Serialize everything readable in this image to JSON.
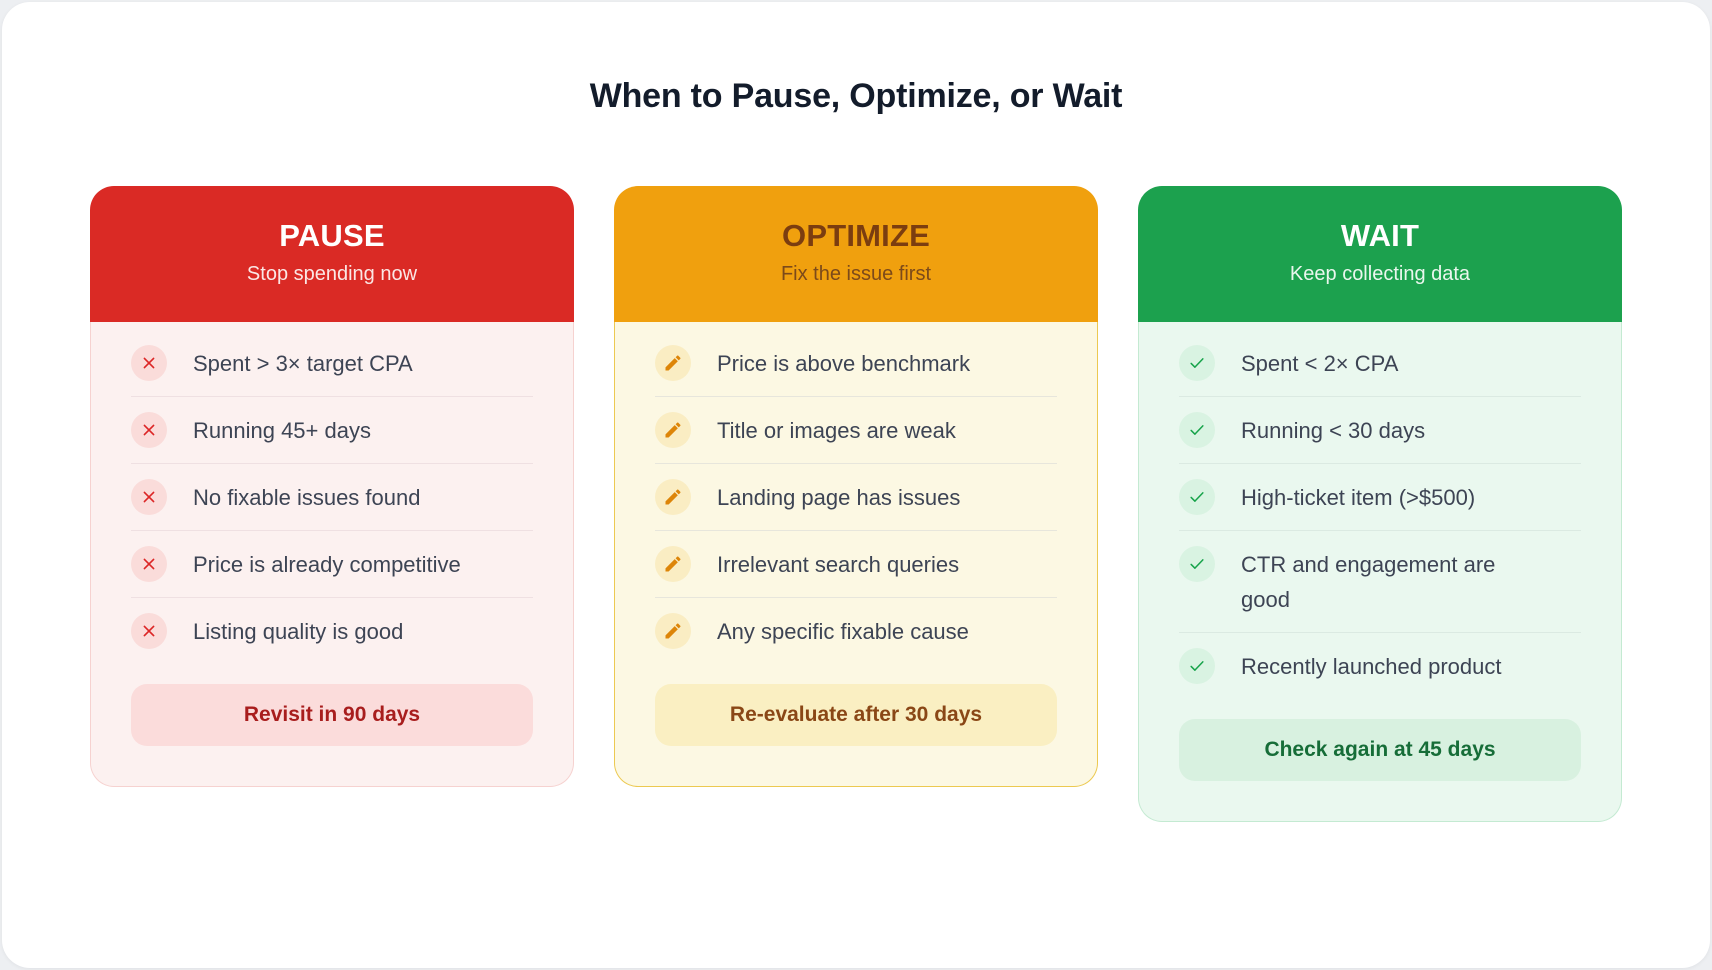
{
  "page": {
    "title": "When to Pause, Optimize, or Wait",
    "colors": {
      "backdrop": "#EDEFF2",
      "sheet_bg": "#FFFFFF"
    }
  },
  "columns": [
    {
      "id": "pause",
      "title": "PAUSE",
      "subtitle": "Stop spending now",
      "icon": "x-icon",
      "items": [
        "Spent > 3× target CPA",
        "Running 45+ days",
        "No fixable issues found",
        "Price is already competitive",
        "Listing quality is good"
      ],
      "footer_label": "Revisit in 90 days",
      "colors": {
        "header_bg": "#DA2A25",
        "header_text": "#FFFFFF",
        "subtitle_text": "#FBE7E5",
        "body_bg": "#FCF1F0",
        "body_border": "#F6D2D0",
        "divider": "#EFE0E2",
        "icon_bg": "#FADCDA",
        "icon_color": "#DC2626",
        "text": "#3D4454",
        "footer_bg": "#FBDCDB",
        "footer_text": "#A81D1D"
      }
    },
    {
      "id": "optimize",
      "title": "OPTIMIZE",
      "subtitle": "Fix the issue first",
      "icon": "pencil-icon",
      "items": [
        "Price is above benchmark",
        "Title or images are weak",
        "Landing page has issues",
        "Irrelevant search queries",
        "Any specific fixable cause"
      ],
      "footer_label": "Re-evaluate after 30 days",
      "colors": {
        "header_bg": "#F0A00E",
        "header_text": "#7B3D10",
        "subtitle_text": "#7C4A1A",
        "body_bg": "#FCF8E3",
        "body_border": "#ECC951",
        "divider": "#E7E6DC",
        "icon_bg": "#FAEDC3",
        "icon_color": "#DD8508",
        "text": "#3D4454",
        "footer_bg": "#FAEFC2",
        "footer_text": "#8A4716"
      }
    },
    {
      "id": "wait",
      "title": "WAIT",
      "subtitle": "Keep collecting data",
      "icon": "check-icon",
      "items": [
        "Spent < 2× CPA",
        "Running < 30 days",
        "High-ticket item (>$500)",
        "CTR and engagement are good",
        "Recently launched product"
      ],
      "footer_label": "Check again at 45 days",
      "colors": {
        "header_bg": "#1CA14E",
        "header_text": "#FFFFFF",
        "subtitle_text": "#EAF7EE",
        "body_bg": "#EAF8EF",
        "body_border": "#C4EAD2",
        "divider": "#DBEAE2",
        "icon_bg": "#D9F3E2",
        "icon_color": "#16A34A",
        "text": "#3D4454",
        "footer_bg": "#D8F1E0",
        "footer_text": "#166D38"
      }
    }
  ]
}
